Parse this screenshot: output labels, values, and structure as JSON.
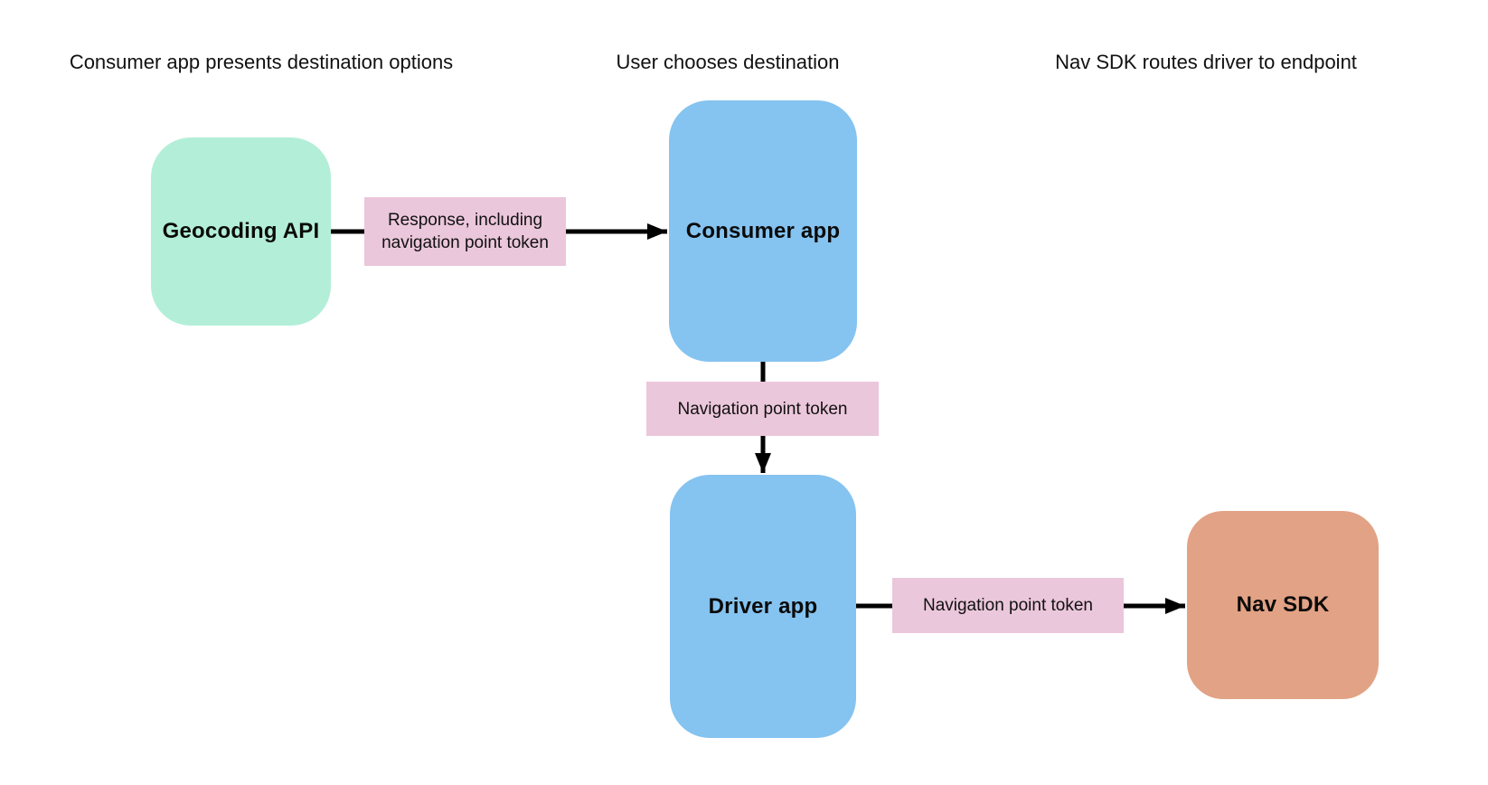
{
  "diagram": {
    "headers": [
      {
        "text": "Consumer app presents destination options"
      },
      {
        "text": "User chooses destination"
      },
      {
        "text": "Nav SDK routes driver to endpoint"
      }
    ],
    "nodes": [
      {
        "id": "geocoding-api",
        "label": "Geocoding API",
        "color": "#b3efd8"
      },
      {
        "id": "consumer-app",
        "label": "Consumer app",
        "color": "#85c3f0"
      },
      {
        "id": "driver-app",
        "label": "Driver app",
        "color": "#85c3f0"
      },
      {
        "id": "nav-sdk",
        "label": "Nav SDK",
        "color": "#e2a285"
      }
    ],
    "edges": [
      {
        "from": "geocoding-api",
        "to": "consumer-app",
        "label": "Response, including navigation point token"
      },
      {
        "from": "consumer-app",
        "to": "driver-app",
        "label": "Navigation point token"
      },
      {
        "from": "driver-app",
        "to": "nav-sdk",
        "label": "Navigation point token"
      }
    ],
    "colors": {
      "edge_label_bg": "#ebc7db",
      "arrow": "#000000",
      "text": "#111111",
      "background": "#ffffff"
    }
  }
}
